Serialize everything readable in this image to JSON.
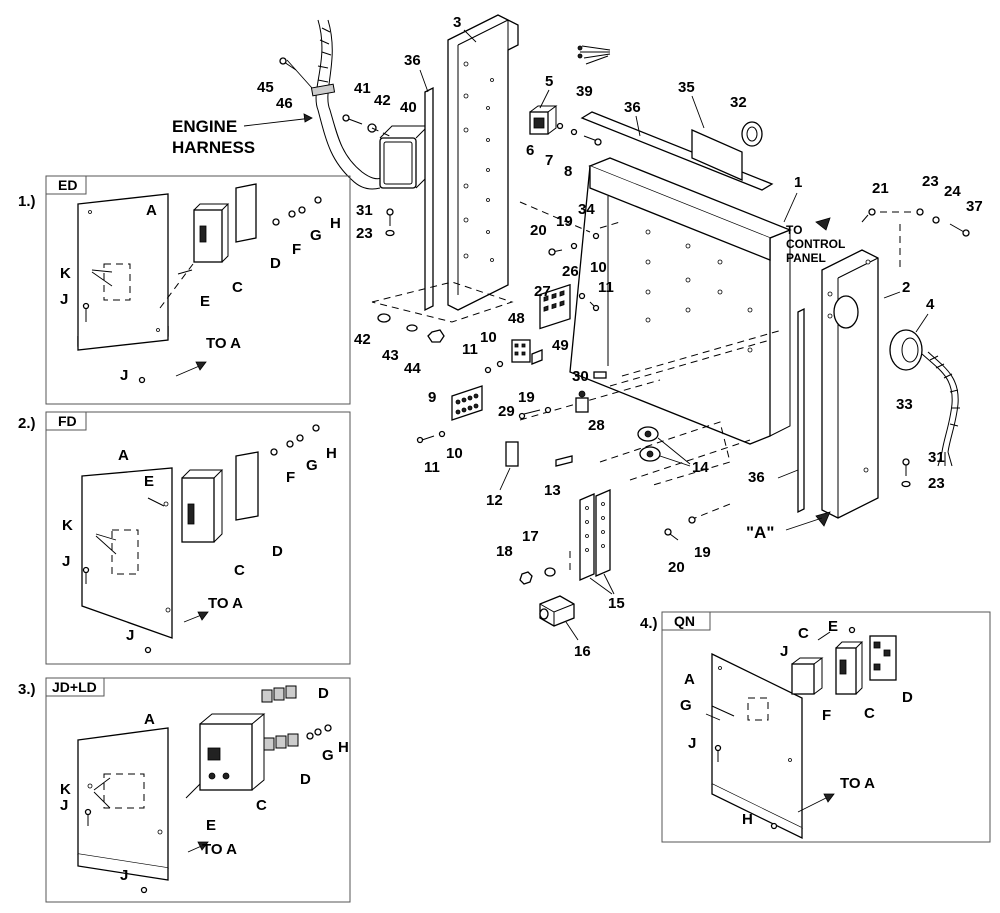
{
  "callouts": {
    "n1": "1",
    "n2": "2",
    "n3": "3",
    "n4": "4",
    "n5": "5",
    "n6": "6",
    "n7": "7",
    "n8": "8",
    "n9": "9",
    "n10a": "10",
    "n10b": "10",
    "n10c": "10",
    "n11a": "11",
    "n11b": "11",
    "n11c": "11",
    "n12": "12",
    "n13": "13",
    "n14": "14",
    "n15": "15",
    "n16": "16",
    "n17": "17",
    "n18": "18",
    "n19a": "19",
    "n19b": "19",
    "n19c": "19",
    "n20a": "20",
    "n20b": "20",
    "n21": "21",
    "n23a": "23",
    "n23b": "23",
    "n23c": "23",
    "n24": "24",
    "n26": "26",
    "n27": "27",
    "n28": "28",
    "n29": "29",
    "n30": "30",
    "n31a": "31",
    "n31b": "31",
    "n32": "32",
    "n33": "33",
    "n34": "34",
    "n35": "35",
    "n36a": "36",
    "n36b": "36",
    "n36c": "36",
    "n37": "37",
    "n39": "39",
    "n40": "40",
    "n41": "41",
    "n42a": "42",
    "n42b": "42",
    "n43": "43",
    "n44": "44",
    "n45": "45",
    "n46": "46",
    "n48": "48",
    "n49": "49"
  },
  "texts": {
    "engine_harness_1": "ENGINE",
    "engine_harness_2": "HARNESS",
    "to_control_1": "TO",
    "to_control_2": "CONTROL",
    "to_control_3": "PANEL",
    "view_a": "\"A\""
  },
  "insets": {
    "ed": {
      "number": "1.)",
      "title": "ED",
      "to_a": "TO A",
      "letters": {
        "A": "A",
        "C": "C",
        "D": "D",
        "E": "E",
        "F": "F",
        "G": "G",
        "H": "H",
        "J1": "J",
        "J2": "J",
        "K": "K"
      }
    },
    "fd": {
      "number": "2.)",
      "title": "FD",
      "to_a": "TO A",
      "letters": {
        "A": "A",
        "C": "C",
        "D": "D",
        "E": "E",
        "F": "F",
        "G": "G",
        "H": "H",
        "J1": "J",
        "J2": "J",
        "K": "K"
      }
    },
    "jdld": {
      "number": "3.)",
      "title": "JD+LD",
      "to_a": "TO A",
      "letters": {
        "A": "A",
        "C": "C",
        "D1": "D",
        "D2": "D",
        "E": "E",
        "G": "G",
        "H": "H",
        "J1": "J",
        "J2": "J",
        "K": "K"
      }
    },
    "qn": {
      "number": "4.)",
      "title": "QN",
      "to_a": "TO A",
      "letters": {
        "A": "A",
        "C1": "C",
        "C2": "C",
        "D": "D",
        "E": "E",
        "F": "F",
        "G": "G",
        "H": "H",
        "J1": "J",
        "J2": "J"
      }
    }
  }
}
